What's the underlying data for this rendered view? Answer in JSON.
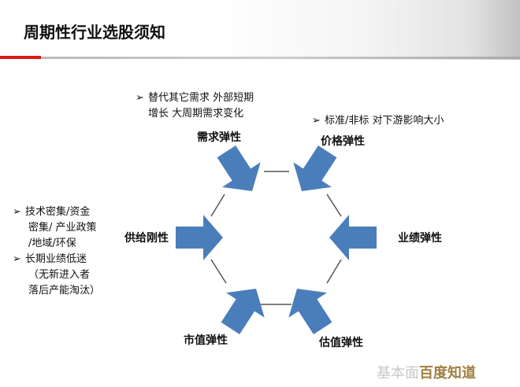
{
  "title": "周期性行业选股须知",
  "labels": {
    "demand": "需求弹性",
    "price": "价格弹性",
    "supply": "供给刚性",
    "earnings": "业绩弹性",
    "market_cap": "市值弹性",
    "valuation": "估值弹性"
  },
  "notes": {
    "top": [
      "替代其它需求 外部短期",
      "增长 大周期需求变化"
    ],
    "right": [
      "标准/非标  对下游影响大小"
    ],
    "left": [
      [
        "技术密集/资金",
        "密集/  产业政策",
        "/地域/环保"
      ],
      [
        "长期业绩低迷",
        "（无新进入者",
        "落后产能淘汰）"
      ]
    ],
    "bullet": "➢"
  },
  "watermark": {
    "a": "基本面",
    "b": "百度知道"
  },
  "colors": {
    "arrow": "#4a7ebb",
    "accent": "#e01818"
  }
}
